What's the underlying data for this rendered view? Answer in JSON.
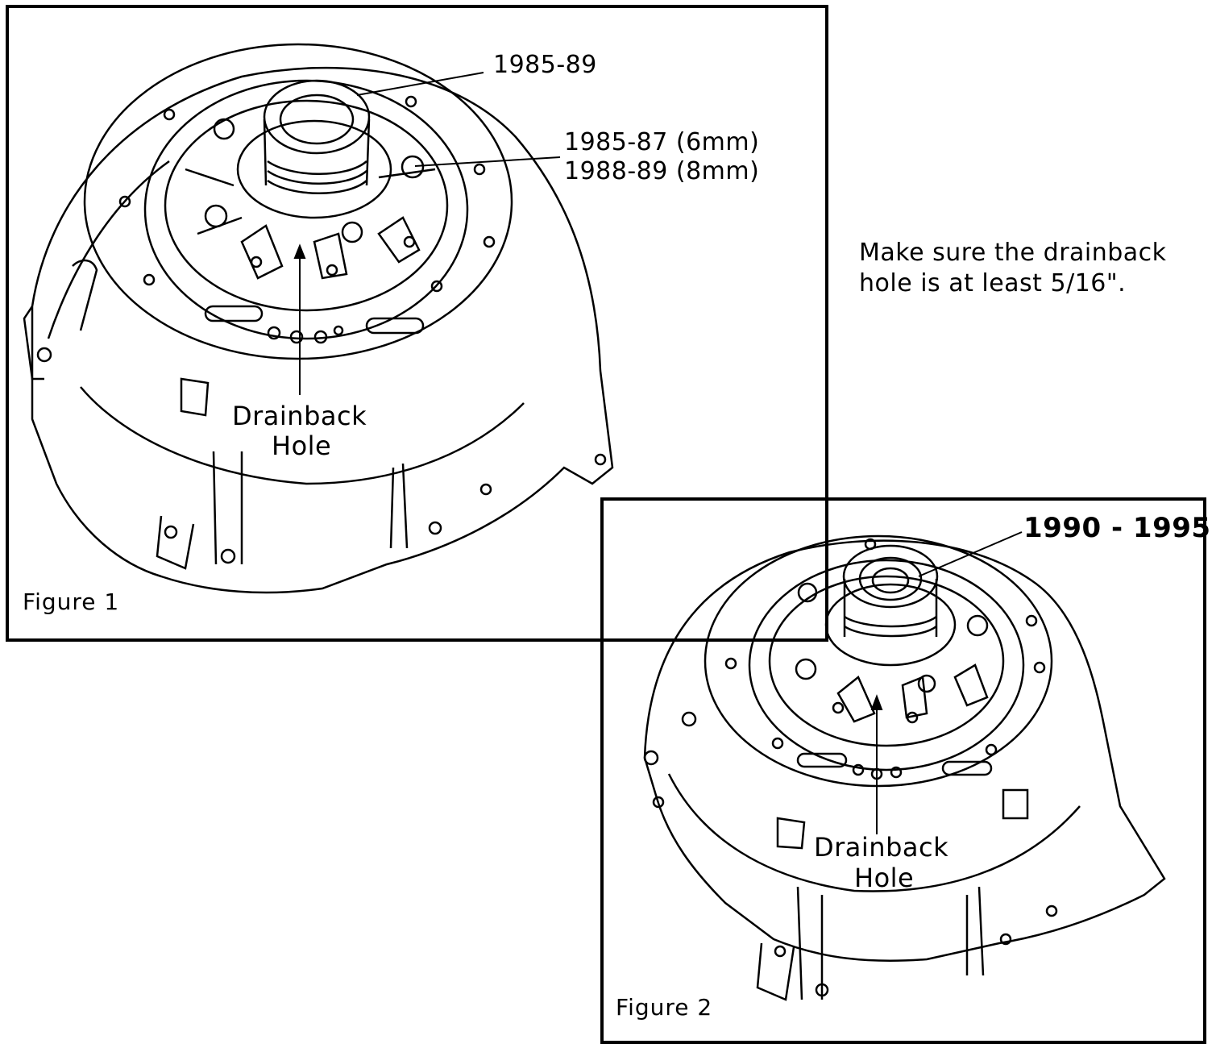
{
  "figure1": {
    "caption": "Figure 1",
    "label_top": "1985-89",
    "label_bolt_line1": "1985-87 (6mm)",
    "label_bolt_line2": "1988-89 (8mm)",
    "label_drain_line1": "Drainback",
    "label_drain_line2": "Hole"
  },
  "note": {
    "line1": "Make sure the drainback",
    "line2": "hole is at least 5/16\"."
  },
  "figure2": {
    "caption": "Figure 2",
    "label_top": "1990 - 1995",
    "label_drain_line1": "Drainback",
    "label_drain_line2": "Hole"
  }
}
